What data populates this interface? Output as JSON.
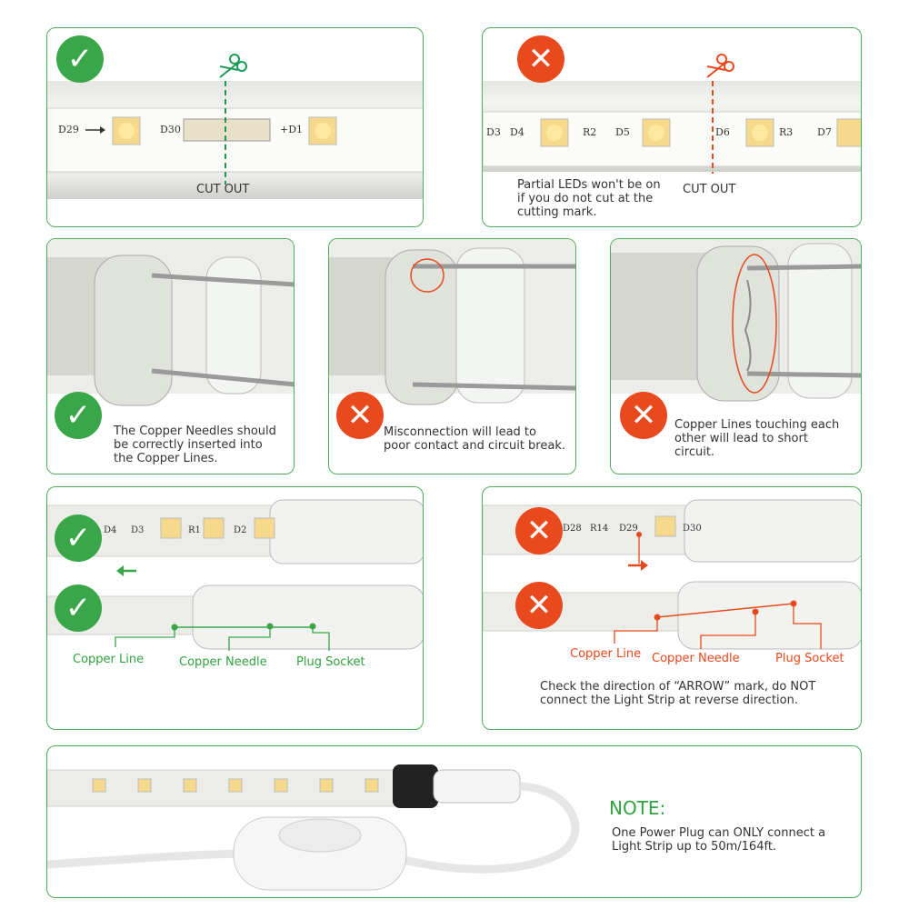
{
  "colors": {
    "green": "#3aa64a",
    "red": "#e8491d",
    "border": "#4fae5b"
  },
  "panel1": {
    "cut_label": "CUT OUT",
    "marks": [
      "D29",
      "D30",
      "+D1"
    ],
    "badge_icon": "check-icon",
    "scissors_icon": "scissors-icon"
  },
  "panel2": {
    "cut_label": "CUT OUT",
    "caption": "Partial LEDs won't be on if you do not cut at the cutting mark.",
    "marks": [
      "D3",
      "D4",
      "R2",
      "D5",
      "D6",
      "R3",
      "D7"
    ],
    "badge_icon": "cross-icon",
    "scissors_icon": "scissors-icon"
  },
  "panel3": {
    "caption": "The Copper Needles should be correctly inserted into the Copper Lines.",
    "badge_icon": "check-icon"
  },
  "panel4": {
    "caption": "Misconnection will lead to poor contact and circuit break.",
    "badge_icon": "cross-icon"
  },
  "panel5": {
    "caption": "Copper Lines touching each other will lead to short circuit.",
    "badge_icon": "cross-icon"
  },
  "panel6": {
    "labels": {
      "copper_line": "Copper Line",
      "copper_needle": "Copper Needle",
      "plug_socket": "Plug Socket"
    },
    "marks": [
      "D4",
      "D3",
      "R1",
      "D2"
    ],
    "badge_icon": "check-icon"
  },
  "panel7": {
    "labels": {
      "copper_line": "Copper Line",
      "copper_needle": "Copper Needle",
      "plug_socket": "Plug Socket"
    },
    "caption": "Check the direction of “ARROW” mark, do NOT connect the Light Strip at reverse direction.",
    "marks": [
      "D28",
      "R14",
      "D29",
      "D30"
    ],
    "badge_icon": "cross-icon"
  },
  "panel8": {
    "note_title": "NOTE:",
    "note_text": "One Power Plug can ONLY connect a Light Strip up to 50m/164ft."
  }
}
